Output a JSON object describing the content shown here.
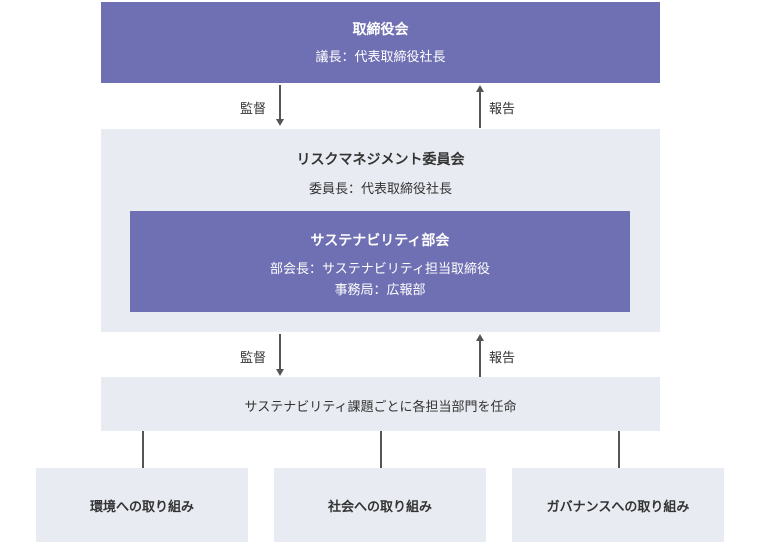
{
  "board": {
    "title": "取締役会",
    "chair": "議長：代表取締役社長"
  },
  "flow_top": {
    "down_label": "監督",
    "up_label": "報告"
  },
  "risk_committee": {
    "title": "リスクマネジメント委員会",
    "chair": "委員長：代表取締役社長"
  },
  "sustainability_subcommittee": {
    "title": "サステナビリティ部会",
    "chair": "部会長：サステナビリティ担当取締役",
    "secretariat": "事務局：広報部"
  },
  "flow_bottom": {
    "down_label": "監督",
    "up_label": "報告"
  },
  "departments": {
    "text": "サステナビリティ課題ごとに各担当部門を任命"
  },
  "initiatives": [
    {
      "label": "環境への取り組み"
    },
    {
      "label": "社会への取り組み"
    },
    {
      "label": "ガバナンスへの取り組み"
    }
  ],
  "colors": {
    "purple": "#6f6fb3",
    "gray": "#e8ebf1",
    "line": "#555555"
  }
}
